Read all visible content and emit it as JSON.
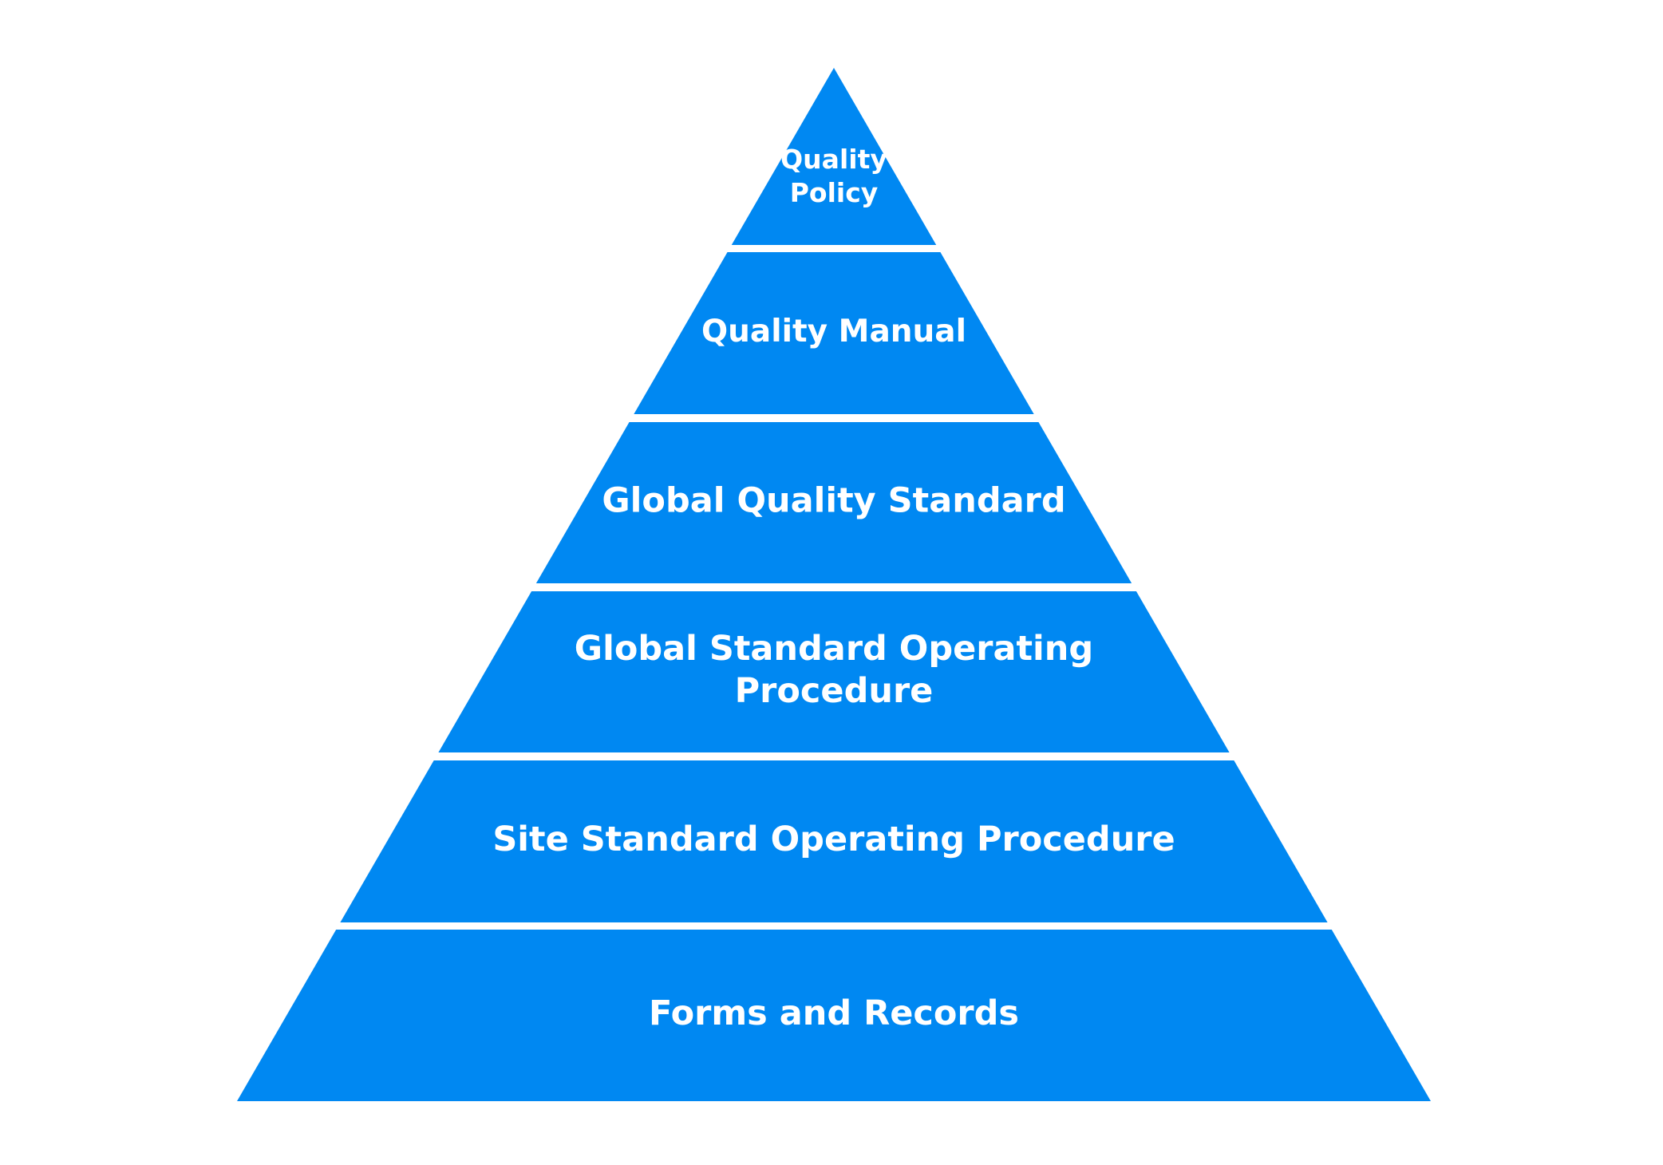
{
  "pyramid": {
    "fill_color": "#0088f2",
    "text_color": "#ffffff",
    "background_color": "#ffffff",
    "tiers": [
      {
        "lines": [
          "Quality",
          "Policy"
        ]
      },
      {
        "lines": [
          "Quality Manual"
        ]
      },
      {
        "lines": [
          "Global Quality Standard"
        ]
      },
      {
        "lines": [
          "Global Standard Operating",
          "Procedure"
        ]
      },
      {
        "lines": [
          "Site Standard Operating Procedure"
        ]
      },
      {
        "lines": [
          "Forms and Records"
        ]
      }
    ]
  }
}
